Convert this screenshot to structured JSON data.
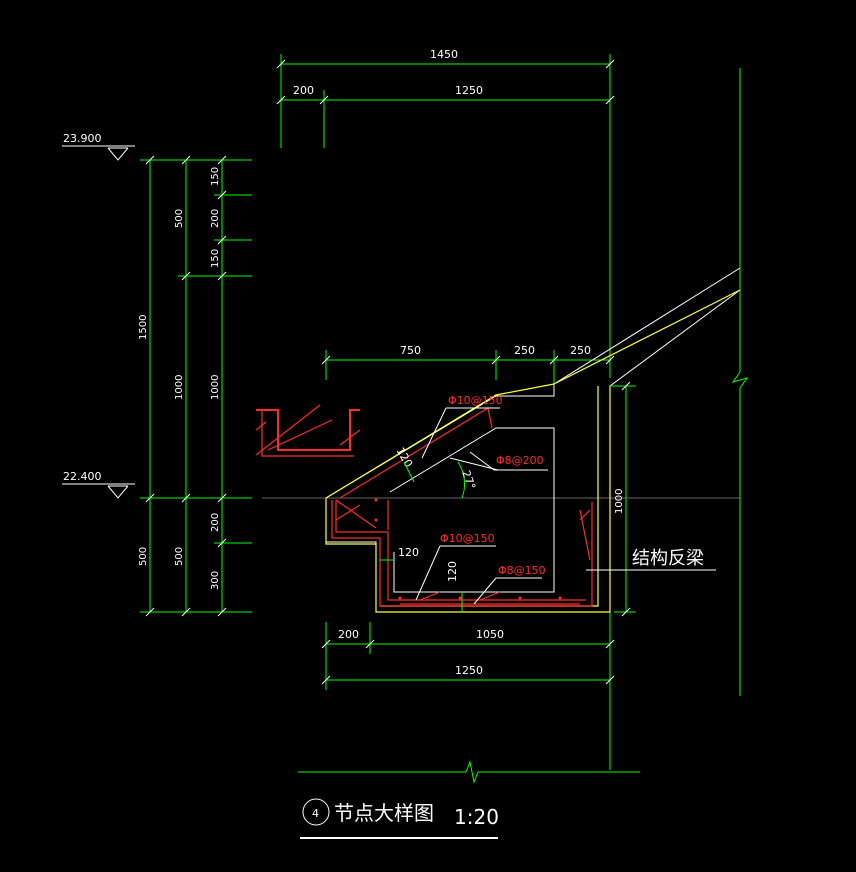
{
  "drawing": {
    "top_dims": {
      "overall": "1450",
      "left": "200",
      "right": "1250"
    },
    "elevations": {
      "top": "23.900",
      "bottom": "22.400"
    },
    "left_dims": {
      "total": "1500",
      "upper": "500",
      "lower": "500",
      "middle": "1000",
      "middle_inner": "1000",
      "seg_150_a": "150",
      "seg_200_a": "200",
      "seg_150_b": "150",
      "seg_200_b": "200",
      "seg_300": "300"
    },
    "mid_dims": {
      "d750": "750",
      "d250_a": "250",
      "d250_b": "250"
    },
    "bottom_dims": {
      "left": "200",
      "mid": "1050",
      "overall": "1250"
    },
    "right_dim": "1000",
    "thickness": {
      "slope": "120",
      "wall": "120",
      "floor": "120"
    },
    "angle": "27°",
    "rebar": {
      "slope_main": "Φ10@150",
      "slope_dist": "Φ8@200",
      "floor_main": "Φ10@150",
      "floor_dist": "Φ8@150"
    },
    "beam_note": "结构反梁",
    "title": {
      "number": "4",
      "name": "节点大样图",
      "scale": "1:20"
    }
  }
}
